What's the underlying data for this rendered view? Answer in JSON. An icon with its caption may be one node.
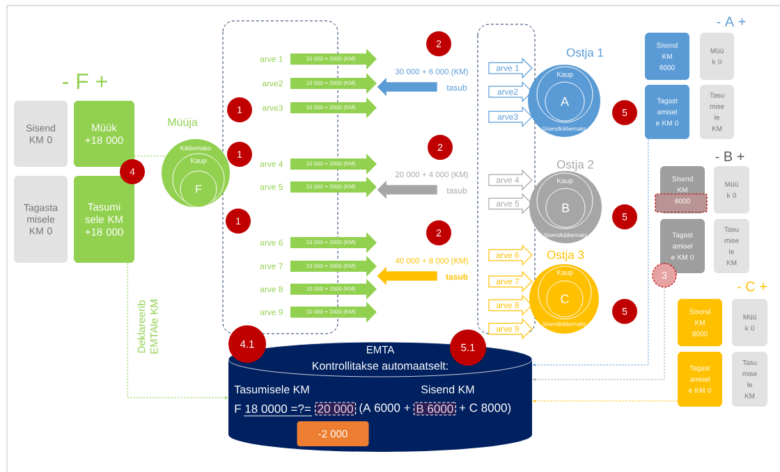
{
  "diagram": {
    "nodes": [
      {
        "text": [
          "Sisend KM 0"
        ]
      },
      {
        "text": [
          "Müük +18 000"
        ]
      },
      {
        "text": [
          "Tagasta misele KM 0"
        ]
      },
      {
        "text": [
          "Tasumi sele KM +18 000"
        ]
      },
      {
        "text": [
          "Müüja",
          "Käibemaks"
        ]
      },
      {
        "text": [
          "Kaup"
        ],
        "in": 4
      },
      {
        "text": [
          "F"
        ],
        "in": 5
      },
      {
        "text": [
          "10 000 + 2000 (KM)"
        ],
        "beside": [
          "arve 1"
        ]
      },
      {
        "text": [
          "10 000 + 2000 (KM)"
        ],
        "beside": [
          "arve2"
        ]
      },
      {
        "text": [
          "10 000 + 2000 (KM)"
        ],
        "beside": [
          "arve3"
        ]
      },
      {
        "text": [
          "10 000 + 2000 (KM)"
        ],
        "beside": [
          "arve 4"
        ]
      },
      {
        "text": [
          "10 000 + 2000 (KM)"
        ],
        "beside": [
          "arve 5"
        ]
      },
      {
        "text": [
          "10 000 + 2000 (KM)"
        ],
        "beside": [
          "arve 6"
        ]
      },
      {
        "text": [
          "10 000 + 2000 (KM)"
        ],
        "beside": [
          "arve 7"
        ]
      },
      {
        "text": [
          "10 000 + 2000 (KM)"
        ],
        "beside": [
          "arve 8"
        ]
      },
      {
        "text": [
          "10 000 + 2000 (KM)"
        ],
        "beside": [
          "arve 9"
        ]
      },
      {
        "text": [],
        "shape": "arrow",
        "beside": [
          "30 000 + 6 000 (KM)",
          "tasub"
        ]
      },
      {
        "text": [],
        "shape": "arrow",
        "beside": [
          "20 000 + 4 000 (KM)",
          "tasub"
        ]
      },
      {
        "text": [],
        "shape": "arrow",
        "beside": [
          "40 000 + 8 000 (KM)",
          "tasub"
        ]
      },
      {
        "text": [
          "arve 1"
        ]
      },
      {
        "text": [
          "arve2"
        ]
      },
      {
        "text": [
          "arve3"
        ]
      },
      {
        "text": [
          "arve 4"
        ]
      },
      {
        "text": [
          "arve 5"
        ]
      },
      {
        "text": [
          "arve 6"
        ]
      },
      {
        "text": [
          "arve 7"
        ]
      },
      {
        "text": [
          "arve 8"
        ]
      },
      {
        "text": [
          "arve 9"
        ]
      },
      {
        "text": [
          "Ostja 1",
          "Sisendkäibemaks"
        ]
      },
      {
        "text": [
          "Kaup"
        ],
        "in": 28
      },
      {
        "text": [
          "A"
        ],
        "in": 29
      },
      {
        "text": [
          "Ostja 2",
          "Sisendkäibemaks"
        ]
      },
      {
        "text": [
          "Kaup"
        ],
        "in": 31
      },
      {
        "text": [
          "B"
        ],
        "in": 32
      },
      {
        "text": [
          "Ostja 3",
          "Sisendkäibemaks"
        ]
      },
      {
        "text": [
          "Kaup"
        ],
        "in": 34
      },
      {
        "text": [
          "C"
        ],
        "in": 35
      },
      {
        "text": [
          "Sisend KM 6000"
        ]
      },
      {
        "text": [
          "Müü k 0"
        ]
      },
      {
        "text": [
          "Tagast amisel e KM 0"
        ]
      },
      {
        "text": [
          "Tasu mise le KM"
        ]
      },
      {
        "text": [
          "Sisend KM",
          "6000"
        ]
      },
      {
        "text": [
          "Müü k 0"
        ]
      },
      {
        "text": [
          "Tagast amisel e KM 0"
        ]
      },
      {
        "text": [
          "Tasu mise le KM"
        ]
      },
      {
        "text": [
          "Sisend KM 8000"
        ]
      },
      {
        "text": [
          "Müü k 0"
        ]
      },
      {
        "text": [
          "Tagast amisel e KM 0"
        ]
      },
      {
        "text": [
          "Tasu mise le KM"
        ]
      },
      {
        "text": [
          "EMTA",
          "Kontrollitakse automaatselt:",
          "Tasumisele KM",
          "Sisend KM",
          "F 18 0000 =?=",
          "20 000",
          "(A 6000 +",
          "B 6000",
          "+ C 8000)"
        ]
      },
      {
        "text": [
          "-2 000"
        ],
        "in": 49
      },
      {
        "text": [
          "2"
        ]
      },
      {
        "text": [
          "1"
        ]
      },
      {
        "text": [
          "5"
        ]
      },
      {
        "text": [
          "2"
        ]
      },
      {
        "text": [
          "1"
        ]
      },
      {
        "text": [
          "4"
        ]
      },
      {
        "text": [
          "5"
        ]
      },
      {
        "text": [
          "1"
        ]
      },
      {
        "text": [
          "2"
        ]
      },
      {
        "text": [
          "3"
        ]
      },
      {
        "text": [
          "5"
        ]
      },
      {
        "text": [
          "4.1"
        ]
      },
      {
        "text": [
          "5.1"
        ]
      }
    ],
    "edges": [
      {
        "from": 1,
        "to": 4,
        "arrow": "none",
        "style": "dashed",
        "color": "#92d050"
      },
      {
        "from": 3,
        "to": 49,
        "arrow": "to",
        "style": "dashed",
        "color": "#92d050",
        "label": "Deklareerib EMTAle KM"
      },
      {
        "from": 39,
        "to": 49,
        "arrow": "to",
        "style": "dashed",
        "color": "#5b9bd5"
      },
      {
        "from": 60,
        "to": 49,
        "arrow": "to",
        "style": "dashed",
        "color": "#a6a6a6"
      },
      {
        "from": 47,
        "to": 49,
        "arrow": "to",
        "style": "dashed",
        "color": "#ffc000"
      }
    ],
    "labels": [
      "- A +",
      "- F +",
      "- B +",
      "- C +"
    ]
  }
}
